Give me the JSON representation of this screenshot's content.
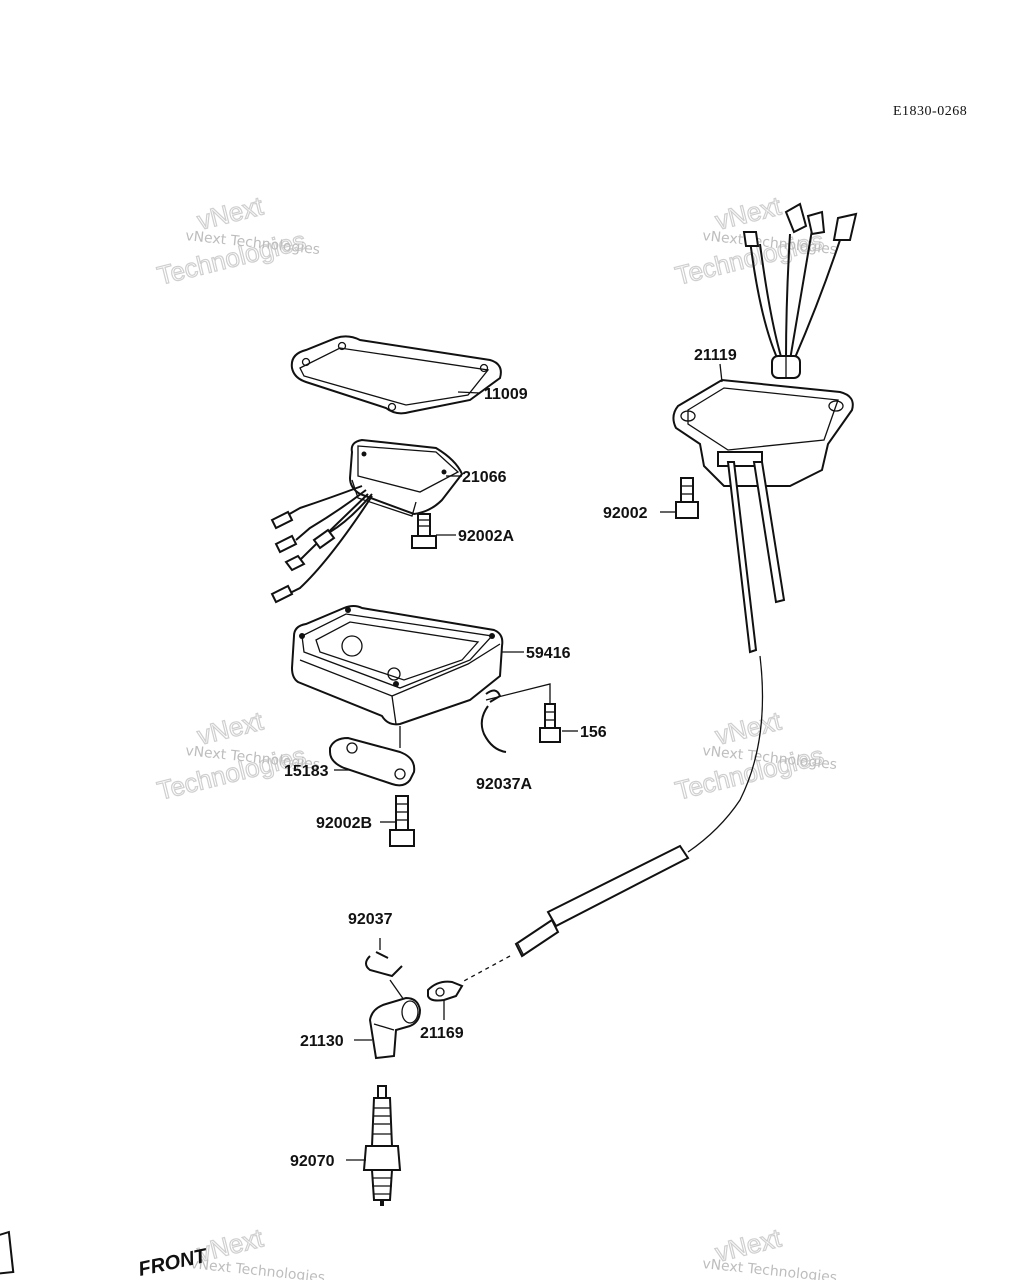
{
  "reference_code": "E1830-0268",
  "parts": {
    "p11009": "11009",
    "p21066": "21066",
    "p92002A": "92002A",
    "p59416": "59416",
    "p156": "156",
    "p92037A": "92037A",
    "p15183": "15183",
    "p92002B": "92002B",
    "p21119": "21119",
    "p92002": "92002",
    "p92037": "92037",
    "p21169": "21169",
    "p21130": "21130",
    "p92070": "92070"
  },
  "front_label": "FRONT",
  "watermark": {
    "line1": "vNext Technologies",
    "line2": "vNext",
    "line3": "Technologies"
  }
}
